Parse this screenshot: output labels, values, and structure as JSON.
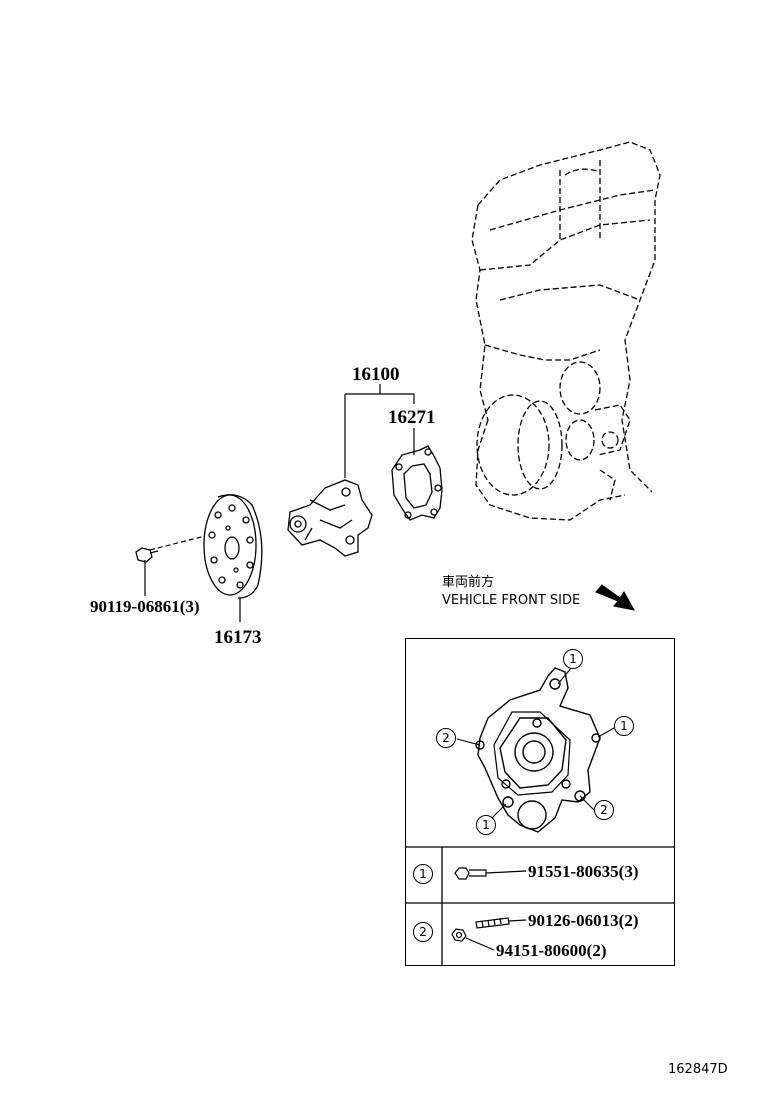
{
  "parts": {
    "water_pump_assy": "16100",
    "gasket": "16271",
    "pulley": "16173",
    "pulley_bolt": "90119-06861(3)"
  },
  "direction_note": {
    "jp": "車両前方",
    "en": "VEHICLE FRONT SIDE"
  },
  "inset": {
    "callouts": [
      "1",
      "1",
      "1",
      "2",
      "2"
    ],
    "legend": [
      {
        "key": "1",
        "parts": [
          "91551-80635(3)"
        ]
      },
      {
        "key": "2",
        "parts": [
          "90126-06013(2)",
          "94151-80600(2)"
        ]
      }
    ]
  },
  "doc_id": "162847D",
  "colors": {
    "line": "#000000",
    "background": "#ffffff"
  }
}
